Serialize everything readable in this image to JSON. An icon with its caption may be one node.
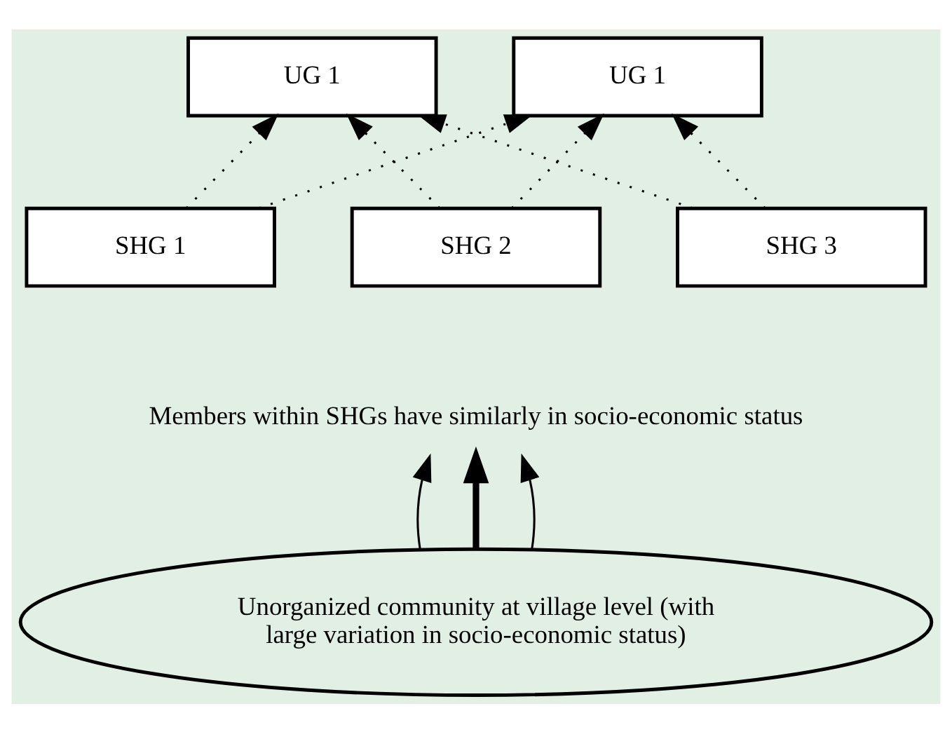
{
  "diagram": {
    "nodes": [
      {
        "text": [
          "UG 1"
        ]
      },
      {
        "text": [
          "UG 1"
        ]
      },
      {
        "text": [
          "SHG 1"
        ]
      },
      {
        "text": [
          "SHG 2"
        ]
      },
      {
        "text": [
          "SHG 3"
        ]
      },
      {
        "text": [
          "Members within SHGs have similarly in socio-economic status"
        ]
      },
      {
        "text": [
          "Unorganized community at village level (with large variation in socio-economic status)"
        ]
      }
    ],
    "edges": [
      {
        "from": 2,
        "to": 0,
        "arrow": "to",
        "style": "dashed"
      },
      {
        "from": 2,
        "to": 1,
        "arrow": "to",
        "style": "dashed"
      },
      {
        "from": 3,
        "to": 0,
        "arrow": "to",
        "style": "dashed"
      },
      {
        "from": 3,
        "to": 1,
        "arrow": "to",
        "style": "dashed"
      },
      {
        "from": 4,
        "to": 0,
        "arrow": "to",
        "style": "dashed"
      },
      {
        "from": 4,
        "to": 1,
        "arrow": "to",
        "style": "dashed"
      },
      {
        "from": 6,
        "to": 5,
        "arrow": "to"
      },
      {
        "from": 6,
        "to": 5,
        "arrow": "to",
        "style": "thick"
      },
      {
        "from": 6,
        "to": 5,
        "arrow": "to"
      }
    ]
  }
}
